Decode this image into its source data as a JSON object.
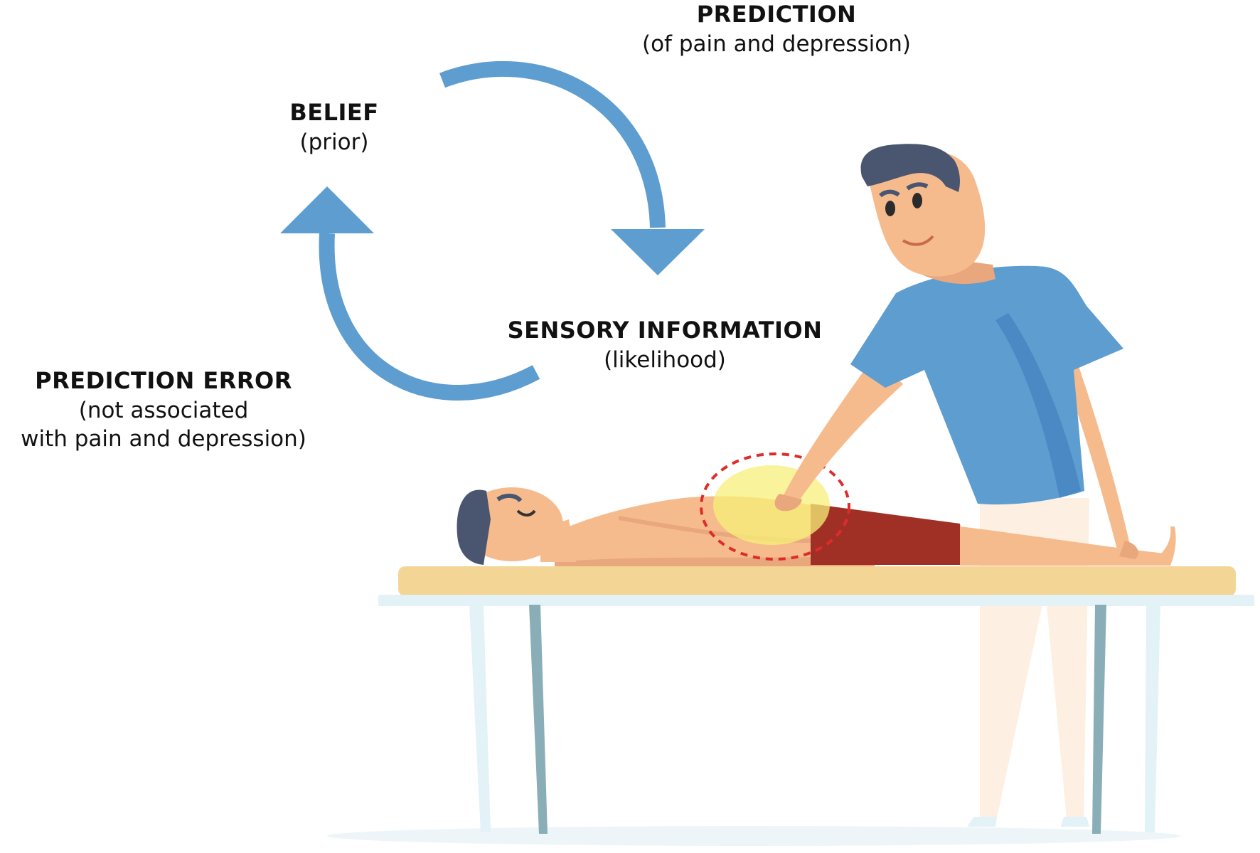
{
  "labels": {
    "prediction": {
      "head": "PREDICTION",
      "sub": "(of pain and depression)"
    },
    "belief": {
      "head": "BELIEF",
      "sub": "(prior)"
    },
    "sensory": {
      "head": "SENSORY INFORMATION",
      "sub": "(likelihood)"
    },
    "error": {
      "head": "PREDICTION ERROR",
      "sub1": "(not associated",
      "sub2": "with pain and depression)"
    }
  },
  "colors": {
    "arrow": "#5e9dd0",
    "therapist_shirt": "#5e9dd0",
    "therapist_shirt_shade": "#4a89c4",
    "hair": "#4a5670",
    "skin": "#f6bb8d",
    "skin_shade": "#e8a77c",
    "shorts": "#a03025",
    "table_top": "#f3d596",
    "table_frame": "#e3f2f7",
    "table_legs_front": "#8aaeb7",
    "pants": "#fdefe2",
    "pain_highlight": "#f7f07a",
    "pain_circle": "#e02b2b"
  },
  "icons": {
    "cycle": "circular-arrows-icon",
    "pain": "dashed-circle-icon"
  }
}
